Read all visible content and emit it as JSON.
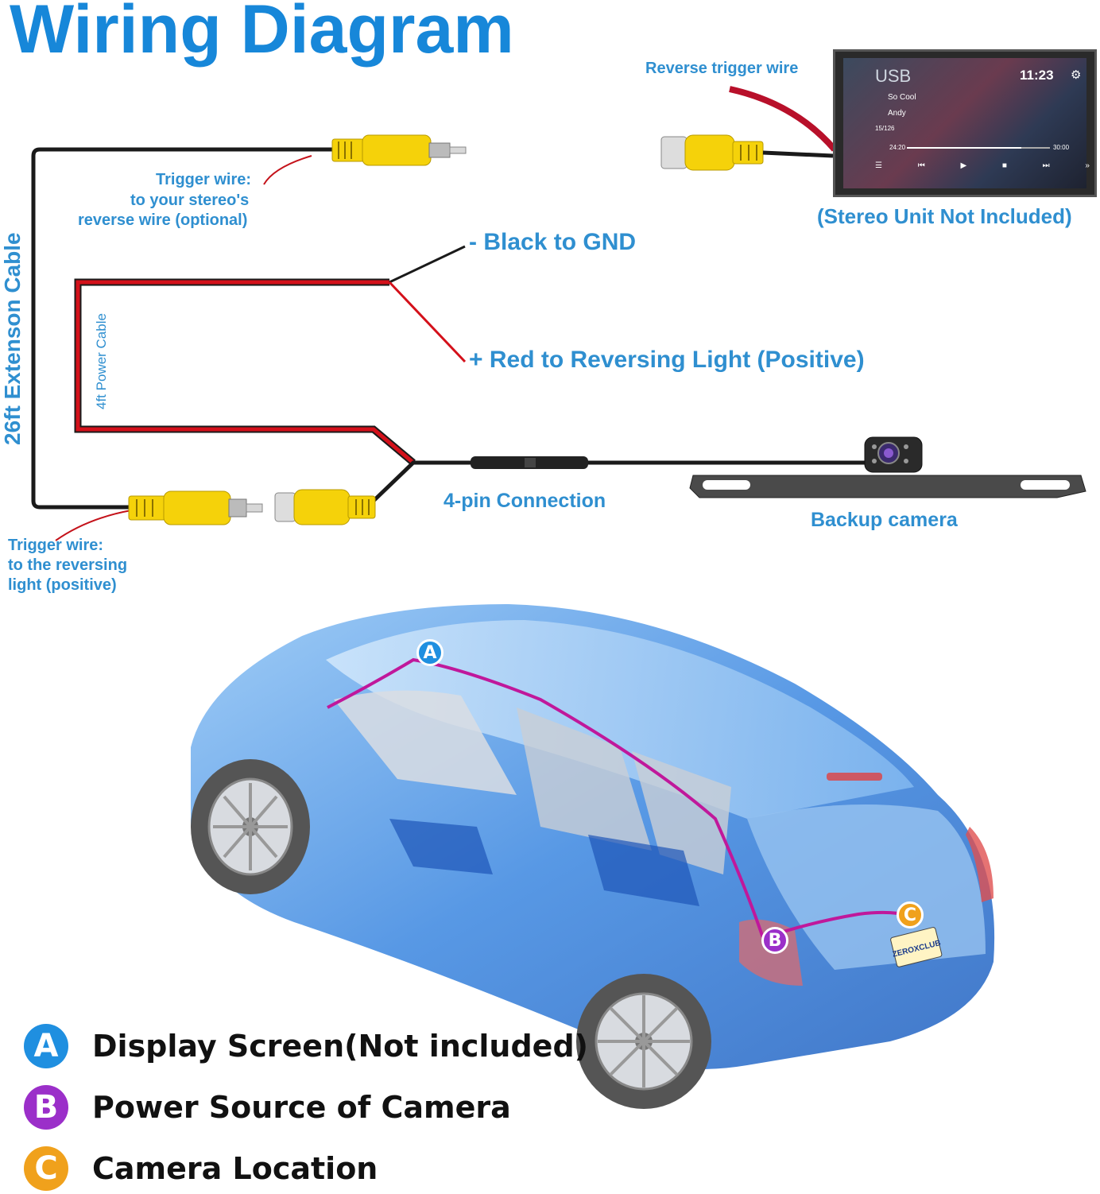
{
  "title": "Wiring Diagram",
  "labels": {
    "reverse_trigger_wire": "Reverse trigger wire",
    "stereo_not_included": "(Stereo Unit Not Included)",
    "trigger_wire_stereo": [
      "Trigger wire:",
      "to your stereo's",
      "reverse wire (optional)"
    ],
    "extension_cable": "26ft Extenson Cable",
    "power_cable": "4ft Power Cable",
    "black_gnd": "- Black to GND",
    "red_reversing": "+ Red to Reversing Light (Positive)",
    "four_pin": "4-pin Connection",
    "backup_camera": "Backup camera",
    "trigger_wire_reversing": [
      "Trigger wire:",
      "to the reversing",
      "light (positive)"
    ]
  },
  "stereo_screen": {
    "source": "USB",
    "time": "11:23",
    "track": "So Cool",
    "artist": "Andy",
    "track_count": "15/126",
    "elapsed": "24:20",
    "total": "30:00",
    "settings_icon": "gear-icon"
  },
  "plate_text": "ZEROXCLUB",
  "legend": [
    {
      "letter": "A",
      "text": "Display Screen(Not included)",
      "color": "#1f8fe0"
    },
    {
      "letter": "B",
      "text": "Power Source of Camera",
      "color": "#9b2fc9"
    },
    {
      "letter": "C",
      "text": "Camera Location",
      "color": "#f0a11c"
    }
  ],
  "colors": {
    "title": "#1787d9",
    "label": "#2f8fd0",
    "rca_yellow": "#f5d20a",
    "wire_red": "#d4101a",
    "wire_black": "#1a1a1a",
    "route_magenta": "#c0189b",
    "car_blue": "#3a86e0"
  }
}
